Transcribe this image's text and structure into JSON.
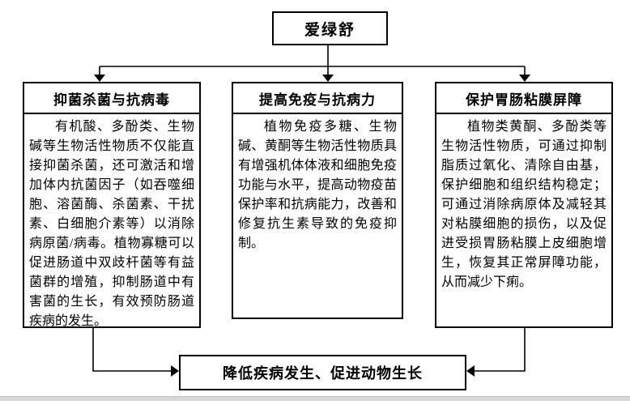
{
  "diagram": {
    "root": {
      "label": "爱绿舒"
    },
    "branches": [
      {
        "title": "抑菌杀菌与抗病毒",
        "body": "有机酸、多酚类、生物碱等生物活性物质不仅能直接抑菌杀菌，还可激活和增加体内抗菌因子（如吞噬细胞、溶菌酶、杀菌素、干扰素、白细胞介素等）以消除病原菌/病毒。植物寡糖可以促进肠道中双歧杆菌等有益菌群的增殖，抑制肠道中有害菌的生长，有效预防肠道疾病的发生。"
      },
      {
        "title": "提高免疫与抗病力",
        "body": "植物免疫多糖、生物碱、黄酮等生物活性物质具有增强机体体液和细胞免疫功能与水平，提高动物疫苗保护率和抗病能力，改善和修复抗生素导致的免疫抑制。"
      },
      {
        "title": "保护胃肠粘膜屏障",
        "body": "植物类黄酮、多酚类等生物活性物质，可通过抑制脂质过氧化、清除自由基，保护细胞和组织结构稳定；可通过消除病原体及减轻其对粘膜细胞的损伤，以及促进受损胃肠粘膜上皮细胞增生，恢复其正常屏障功能，从而减少下痢。"
      }
    ],
    "outcome": {
      "label": "降低疾病发生、促进动物生长"
    }
  },
  "colors": {
    "line": "#000000",
    "background": "#ffffff",
    "footer_strip": "#d9d9d9"
  }
}
